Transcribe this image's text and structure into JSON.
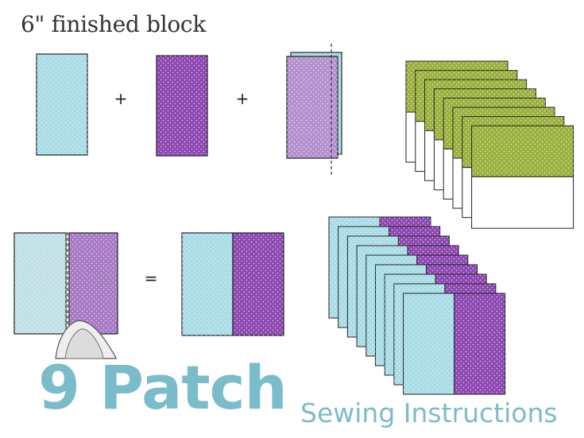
{
  "heading": "6\" finished block",
  "operators": {
    "plus": "+",
    "equals": "="
  },
  "title": {
    "main": "9 Patch",
    "sub": "Sewing Instructions"
  },
  "colors": {
    "light_blue": "#a9dce6",
    "purple": "#8e49b3",
    "light_purple": "#b590cf",
    "green": "#9bb13e",
    "white": "#ffffff",
    "title_main": "#7bbccb",
    "title_sub": "#7bbccb",
    "outline": "#222222"
  },
  "icons": {
    "iron": "iron-icon"
  },
  "counts": {
    "green_white_stack": 8,
    "blue_purple_stack": 9
  }
}
